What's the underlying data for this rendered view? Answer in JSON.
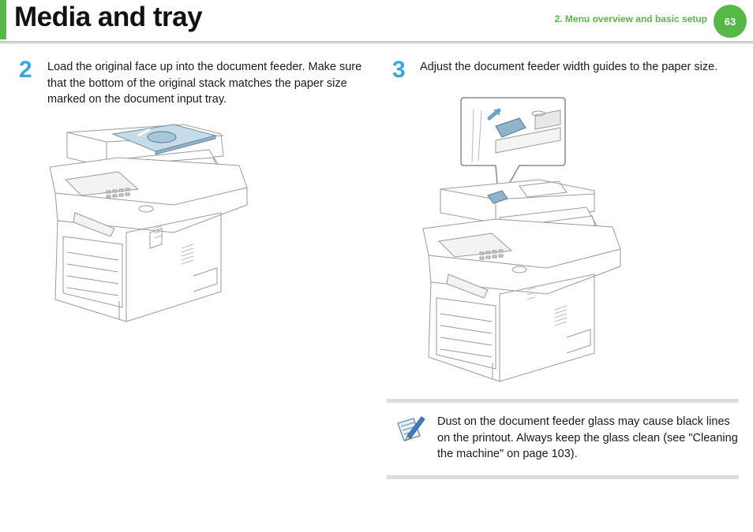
{
  "header": {
    "title": "Media and tray",
    "section": "2.  Menu overview and basic setup",
    "page_number": "63"
  },
  "steps": [
    {
      "number": "2",
      "text": "Load the original face up into the document feeder. Make sure that the bottom of the original stack matches the paper size marked on the document input tray."
    },
    {
      "number": "3",
      "text": "Adjust the document feeder width guides to the paper size."
    }
  ],
  "note": {
    "icon": "note-pencil-icon",
    "text": "Dust on the document feeder glass may cause black lines on the printout. Always keep the glass clean (see \"Cleaning the machine\" on page 103)."
  },
  "colors": {
    "accent_green": "#57b847",
    "step_blue": "#3aa6dd"
  }
}
